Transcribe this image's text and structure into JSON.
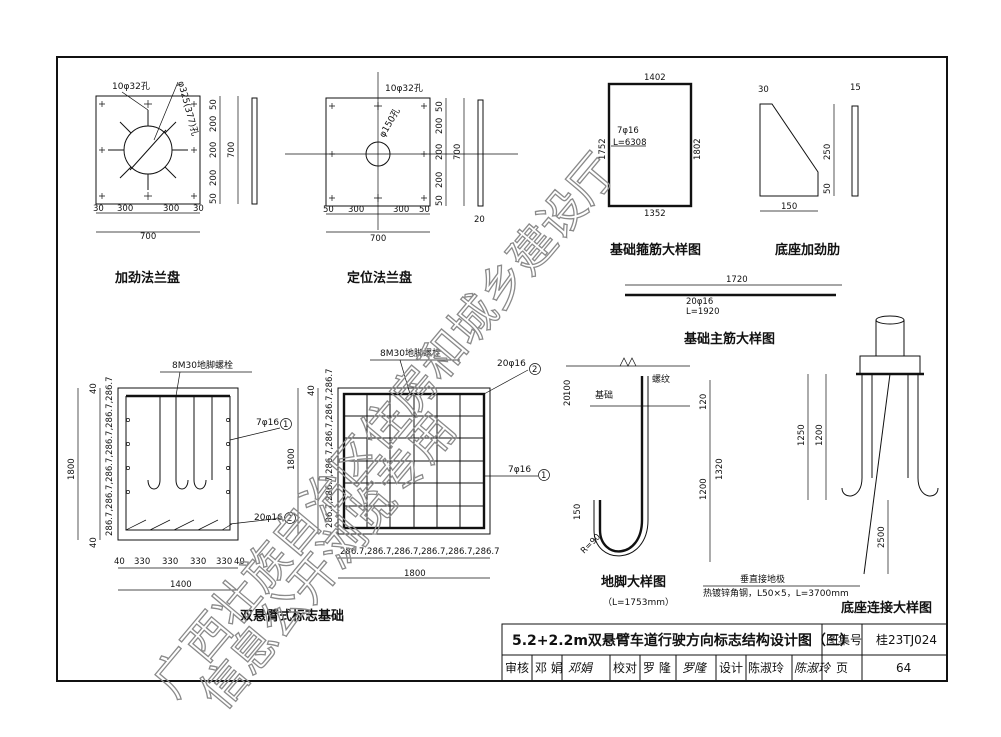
{
  "figure_title": "5.2+2.2m双悬臂车道行驶方向标志结构设计图（三）",
  "title_block": {
    "atlas_no_label": "图集号",
    "atlas_no_value": "桂23TJ024",
    "page_label": "页",
    "page_value": "64",
    "review_label": "审核",
    "review_name": "邓 娟",
    "review_sign": "邓娟",
    "check_label": "校对",
    "check_name": "罗 隆",
    "check_sign": "罗隆",
    "design_label": "设计",
    "design_name": "陈淑玲",
    "design_sign": "陈淑玲"
  },
  "views": {
    "stiff_flange": {
      "title": "加劲法兰盘",
      "hole_note": "10φ32孔",
      "circle_note": "φ325(377)孔",
      "dims_bottom": [
        "30",
        "300",
        "300",
        "30"
      ],
      "dim_total": "700",
      "dims_side": [
        "50",
        "200",
        "200",
        "200",
        "50"
      ],
      "dim_side_total": "700"
    },
    "pos_flange": {
      "title": "定位法兰盘",
      "hole_note": "10φ32孔",
      "circle_note": "φ150孔",
      "dims_bottom": [
        "50",
        "300",
        "300",
        "50"
      ],
      "dim_total": "700",
      "dims_side": [
        "50",
        "200",
        "200",
        "200",
        "50"
      ],
      "dim_side_total": "700",
      "thickness": "20"
    },
    "stirrup": {
      "title": "基础箍筋大样图",
      "top": "1402",
      "bottom": "1352",
      "left": "1752",
      "right": "1802",
      "bar": "7φ16",
      "length": "L=6308"
    },
    "rib": {
      "title": "底座加劲肋",
      "top": "30",
      "height": "250",
      "bottom_h": "50",
      "width": "150",
      "thick": "15"
    },
    "main_bar": {
      "title": "基础主筋大样图",
      "length_dim": "1720",
      "bar": "20φ16",
      "length": "L=1920"
    },
    "anchor_bolt": {
      "title": "地脚大样图",
      "subtitle": "（L=1753mm）",
      "thread": "螺纹",
      "base": "基础",
      "d1": "20",
      "d2": "100",
      "d3": "120",
      "d4": "1320",
      "d5": "1200",
      "d6": "150",
      "radius": "R=90"
    },
    "base_conn": {
      "title": "底座连接大样图",
      "d1": "1250",
      "d2": "1200",
      "d3": "2500",
      "ground_note": "垂直接地极",
      "ground_spec": "热镀锌角钢，L50×5，L=3700mm"
    },
    "foundation": {
      "title": "双悬臂式标志基础",
      "anchor_label": "8M30地脚螺栓",
      "bar1": "7φ16",
      "bar1_no": "1",
      "bar2": "20φ16",
      "bar2_no": "2",
      "elev_height": "1800",
      "elev_top": "40",
      "elev_bot": "40",
      "elev_side": "286.7,286.7,286.7,286.7,286.7,286.7",
      "elev_dims_bottom": [
        "40",
        "330",
        "330",
        "330",
        "330",
        "40"
      ],
      "elev_width": "1400",
      "plan_height": "1800",
      "plan_top": "40",
      "plan_side": "286.7,286.7,286.7,286.7,286.7,286.7",
      "plan_dims_bottom": "286.7,286.7,286.7,286.7,286.7,286.7",
      "plan_width": "1800"
    }
  },
  "watermark": {
    "line1": "广西壮族自治区住房和城乡建设厅",
    "line2": "信息公开浏览专用"
  }
}
